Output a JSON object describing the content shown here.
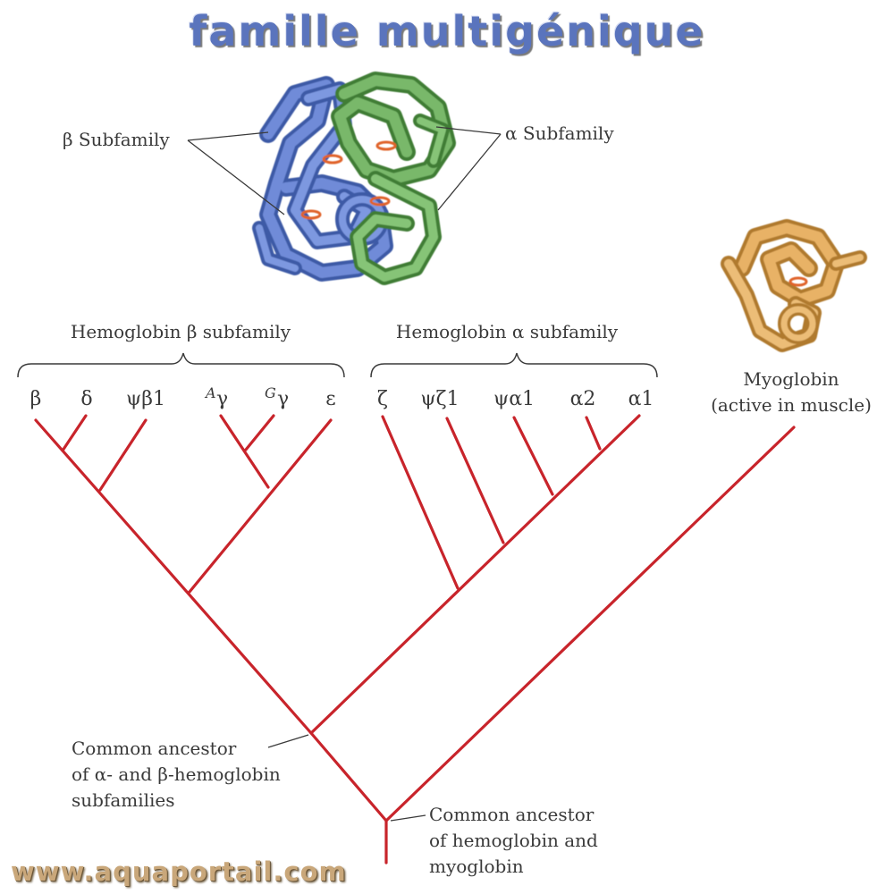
{
  "title": "famille multigénique",
  "watermark": "www.aquaportail.com",
  "protein_labels": {
    "beta_subfamily": "β Subfamily",
    "alpha_subfamily": "α Subfamily"
  },
  "brace_labels": {
    "beta": "Hemoglobin β subfamily",
    "alpha": "Hemoglobin α subfamily"
  },
  "myoglobin": {
    "line1": "Myoglobin",
    "line2": "(active in muscle)"
  },
  "beta_genes": {
    "beta": "β",
    "delta": "δ",
    "psi_beta1": "ψβ1",
    "a_gamma_sup": "A",
    "a_gamma": "γ",
    "g_gamma_sup": "G",
    "g_gamma": "γ",
    "epsilon": "ε"
  },
  "alpha_genes": {
    "zeta": "ζ",
    "psi_zeta1": "ψζ1",
    "psi_alpha1": "ψα1",
    "alpha2": "α2",
    "alpha1": "α1"
  },
  "ancestors": {
    "hemoglobin": [
      "Common ancestor",
      "of α- and β-hemoglobin",
      "subfamilies"
    ],
    "root": [
      "Common ancestor",
      "of hemoglobin and",
      "myoglobin"
    ]
  },
  "colors": {
    "tree": "#c8242b",
    "beta_protein": "#5b78c9",
    "alpha_protein": "#6aa85b",
    "myoglobin_protein": "#e2a553",
    "heme": "#e0632a"
  }
}
